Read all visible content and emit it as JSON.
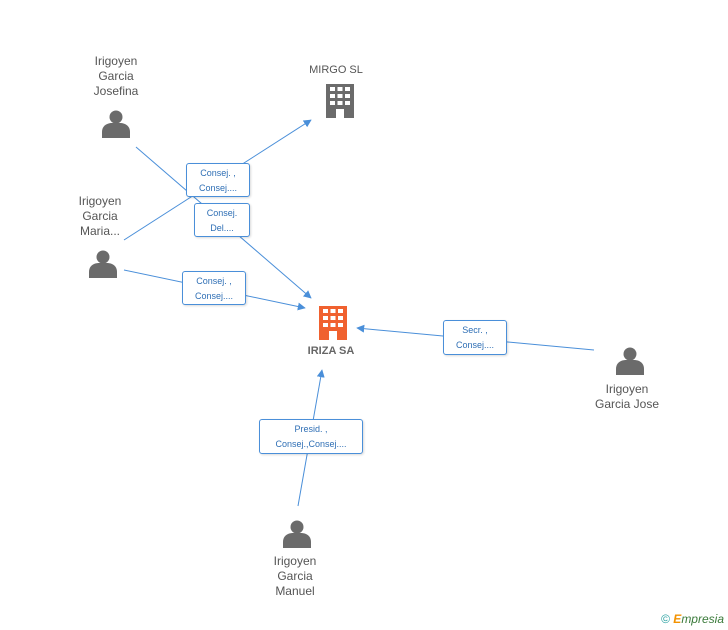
{
  "companies": {
    "mirgo": {
      "label": "MIRGO SL"
    },
    "iriza": {
      "label": "IRIZA SA"
    }
  },
  "persons": {
    "josefina": {
      "lines": [
        "Irigoyen",
        "Garcia",
        "Josefina"
      ]
    },
    "maria": {
      "lines": [
        "Irigoyen",
        "Garcia",
        "Maria..."
      ]
    },
    "jose": {
      "lines": [
        "Irigoyen",
        "Garcia Jose"
      ]
    },
    "manuel": {
      "lines": [
        "Irigoyen",
        "Garcia",
        "Manuel"
      ]
    }
  },
  "relations": {
    "maria_mirgo": [
      "Consej. ,",
      "Consej...."
    ],
    "josefina_iriza": [
      "Consej.",
      "Del...."
    ],
    "maria_iriza": [
      "Consej. ,",
      "Consej...."
    ],
    "jose_iriza": [
      "Secr. ,",
      "Consej...."
    ],
    "manuel_iriza": [
      "Presid. ,",
      "Consej.,Consej...."
    ]
  },
  "colors": {
    "edge": "#4a8fd9",
    "person_icon": "#6b6b6b",
    "company_icon": "#6b6b6b",
    "main_company_icon": "#f0612f"
  },
  "footer": {
    "copyright": "©",
    "brand_first": "E",
    "brand_rest": "mpresia"
  }
}
